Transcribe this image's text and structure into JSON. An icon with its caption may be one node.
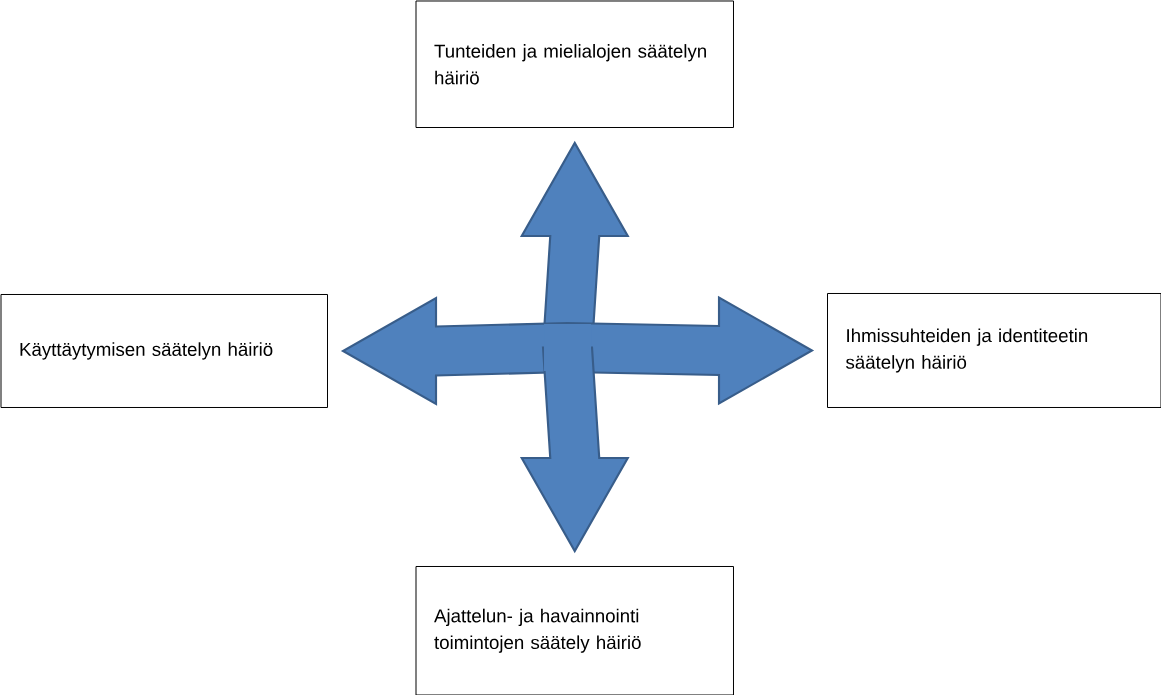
{
  "diagram": {
    "nodes": [
      {
        "text": [
          "Tunteiden ja mielialojen säätelyn häiriö"
        ]
      },
      {
        "text": [
          "Käyttäytymisen säätelyn häiriö"
        ]
      },
      {
        "text": [
          "Ihmissuhteiden ja identiteetin säätelyn häiriö"
        ]
      },
      {
        "text": [
          "Ajattelun- ja havainnointi toimintojen säätely häiriö"
        ]
      }
    ],
    "edges": [
      {
        "from": null,
        "to": 0,
        "arrow": "to"
      },
      {
        "from": null,
        "to": 1,
        "arrow": "to"
      },
      {
        "from": null,
        "to": 2,
        "arrow": "to"
      },
      {
        "from": null,
        "to": 3,
        "arrow": "to"
      }
    ]
  }
}
